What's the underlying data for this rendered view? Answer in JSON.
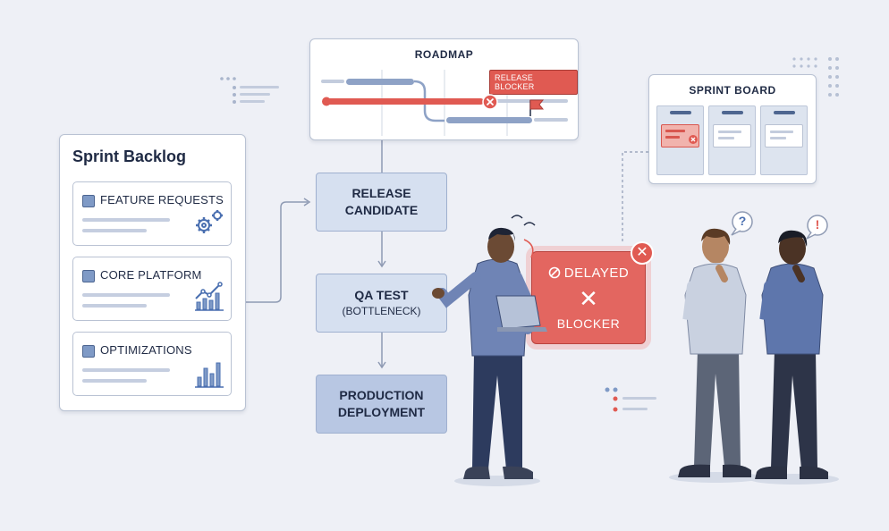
{
  "backlog": {
    "title": "Sprint Backlog",
    "items": [
      {
        "label": "FEATURE REQUESTS",
        "icon": "gears-icon"
      },
      {
        "label": "CORE PLATFORM",
        "icon": "line-chart-icon"
      },
      {
        "label": "OPTIMIZATIONS",
        "icon": "bar-chart-icon"
      }
    ]
  },
  "roadmap": {
    "title": "ROADMAP",
    "blocker_tag": "RELEASE BLOCKER"
  },
  "flow": {
    "steps": [
      {
        "label": "RELEASE\nCANDIDATE"
      },
      {
        "label": "QA TEST",
        "sub": "(BOTTLENECK)"
      },
      {
        "label": "PRODUCTION\nDEPLOYMENT"
      }
    ]
  },
  "alert": {
    "line1": "DELAYED",
    "line2": "✕",
    "line3": "BLOCKER",
    "icon": "no-entry-icon"
  },
  "sprint_board": {
    "title": "SPRINT BOARD"
  },
  "people": {
    "bubble_question": "?",
    "bubble_exclaim": "!"
  },
  "colors": {
    "accent_red": "#e05a52",
    "step_blue": "#d6e0f0",
    "navy": "#1f2a44",
    "background": "#eef0f6"
  }
}
